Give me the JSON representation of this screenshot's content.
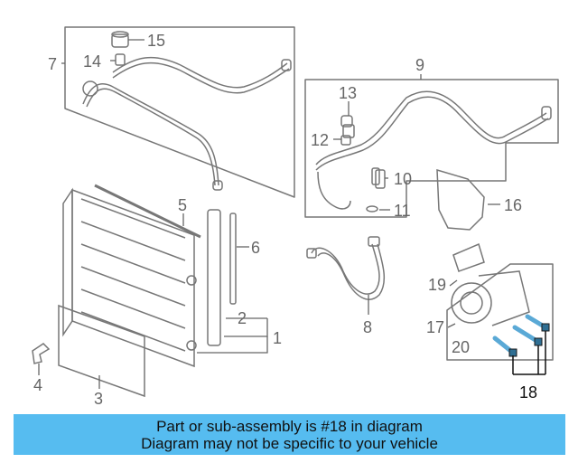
{
  "diagram": {
    "callouts": {
      "c1": "1",
      "c2": "2",
      "c3": "3",
      "c4": "4",
      "c5": "5",
      "c6": "6",
      "c7": "7",
      "c8": "8",
      "c9": "9",
      "c10": "10",
      "c11": "11",
      "c12": "12",
      "c13": "13",
      "c14": "14",
      "c15": "15",
      "c16": "16",
      "c17": "17",
      "c18": "18",
      "c19": "19",
      "c20": "20"
    },
    "highlighted_part": "18",
    "highlight_color": "#5aa9d6"
  },
  "banner": {
    "line1": "Part or sub-assembly is #18 in diagram",
    "line2": "Diagram may not be specific to your vehicle",
    "color": "#56bcf0"
  }
}
